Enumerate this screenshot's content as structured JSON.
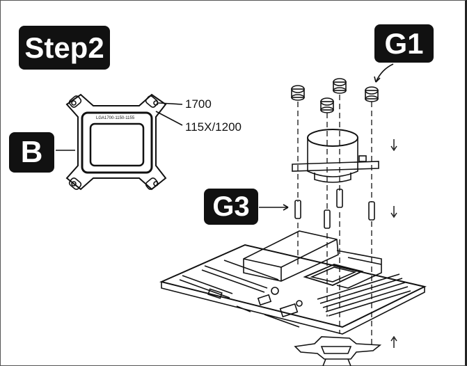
{
  "step_label": "Step2",
  "callouts": {
    "g1": "G1",
    "b": "B",
    "g3": "G3"
  },
  "bracket_labels": {
    "socket_1700": "1700",
    "socket_115x": "115X/1200"
  },
  "bracket_engraving": "LGA1700-1150-1155",
  "colors": {
    "ink": "#111111",
    "badge_bg": "#111111",
    "badge_text": "#ffffff"
  }
}
